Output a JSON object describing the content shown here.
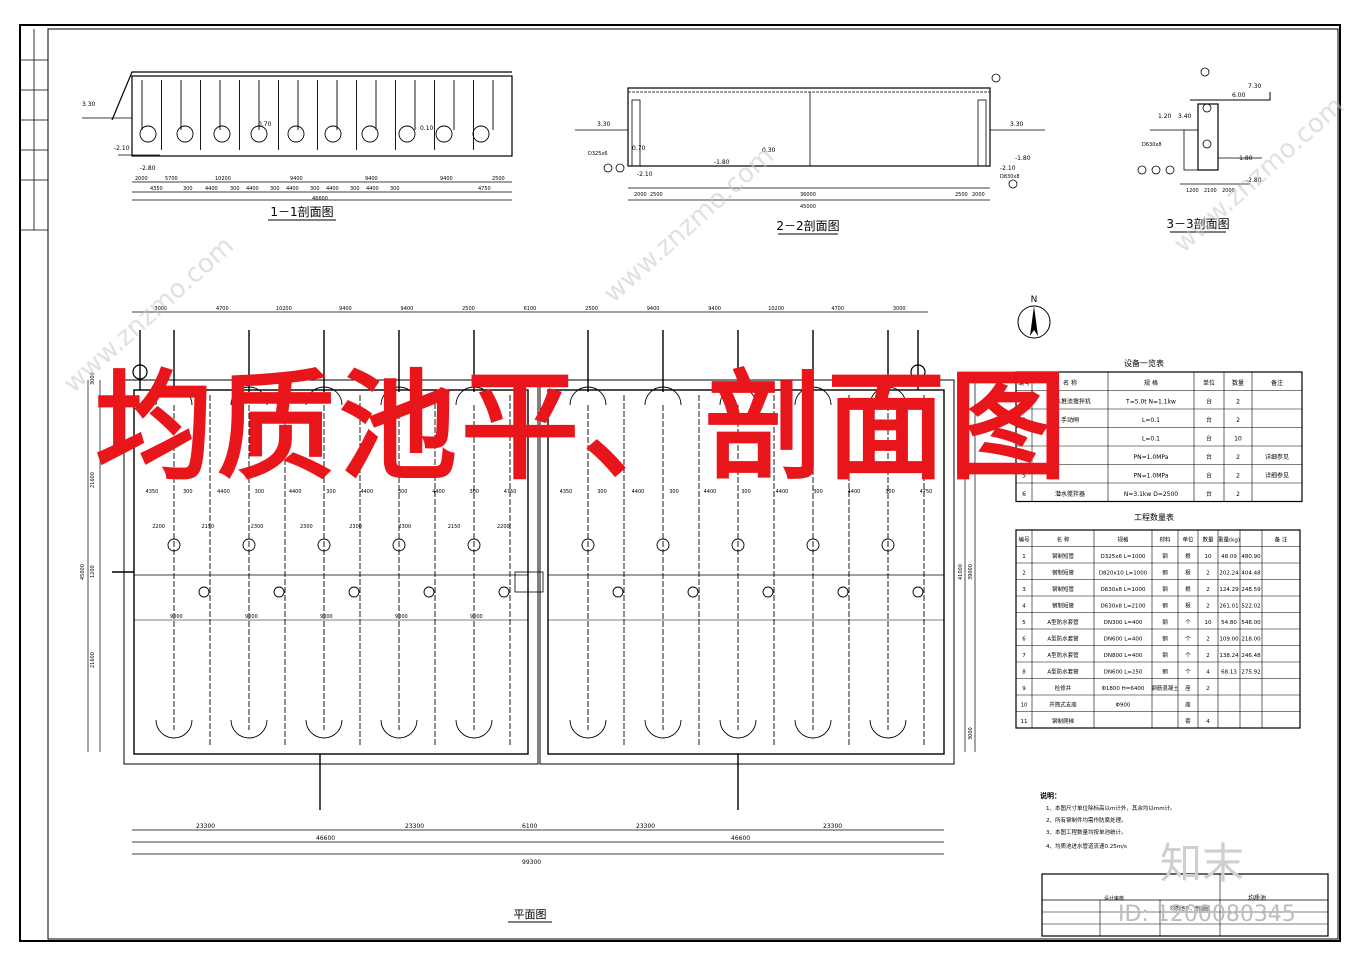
{
  "overlay_title": "均质池平、剖面图",
  "sections": {
    "s11": {
      "title": "1－1剖面图",
      "dims": [
        "2000",
        "5700",
        "10200",
        "9400",
        "9400",
        "9400",
        "2500",
        "4350",
        "300",
        "4400",
        "300",
        "4400",
        "300",
        "4400",
        "300",
        "4400",
        "300",
        "4400",
        "300",
        "4750",
        "46600"
      ],
      "levels": [
        "3.30",
        "-2.10",
        "-2.80",
        "0.70",
        "0.10"
      ]
    },
    "s22": {
      "title": "2－2剖面图",
      "dims": [
        "2000",
        "2500",
        "36000",
        "2500",
        "2000",
        "45000"
      ],
      "levels": [
        "3.30",
        "3.30",
        "-1.80",
        "-1.80",
        "0.70",
        "0.30",
        "-2.10",
        "-2.10",
        "D325x6",
        "D830x8"
      ]
    },
    "s33": {
      "title": "3－3剖面图",
      "dims": [
        "1200",
        "2100",
        "2000"
      ],
      "levels": [
        "7.30",
        "6.00",
        "3.40",
        "1.20",
        "-1.80",
        "-2.80",
        "D630x8"
      ]
    }
  },
  "plan": {
    "title": "平面图",
    "top_dims": [
      "3000",
      "4700",
      "10200",
      "9400",
      "9400",
      "2500",
      "6100",
      "2500",
      "9400",
      "9400",
      "10200",
      "4700",
      "3000"
    ],
    "mid_dims": [
      "4350",
      "300",
      "4400",
      "300",
      "4400",
      "300",
      "4400",
      "300",
      "4400",
      "300",
      "4750"
    ],
    "sub_dims": [
      "2200",
      "2150",
      "2300",
      "2300",
      "2300",
      "2300",
      "2150",
      "2200"
    ],
    "bottom_dims": [
      "23300",
      "23300",
      "6100",
      "23300",
      "23300"
    ],
    "bottom_totals": [
      "46600",
      "46600",
      "99300"
    ],
    "side_dims_left": [
      "3000",
      "21600",
      "1200",
      "21600",
      "45000"
    ],
    "side_dims_right": [
      "41000",
      "39000",
      "3000"
    ],
    "gap_labels": [
      "9000",
      "9000",
      "9000",
      "9000",
      "9000"
    ]
  },
  "compass": {
    "label": "N"
  },
  "equip_table": {
    "title": "设备一览表",
    "headers": [
      "编号",
      "名  称",
      "规  格",
      "单位",
      "数量",
      "备注"
    ],
    "rows": [
      [
        "1",
        "潜水推流搅拌机",
        "T=5.0t  N=1.1kw",
        "台",
        "2",
        ""
      ],
      [
        "2",
        "手动闸",
        "L=0.1",
        "台",
        "2",
        ""
      ],
      [
        "3",
        "",
        "L=0.1",
        "台",
        "10",
        ""
      ],
      [
        "4",
        "",
        "PN=1.0MPa",
        "台",
        "2",
        "详细参见"
      ],
      [
        "5",
        "",
        "PN=1.0MPa",
        "台",
        "2",
        "详细参见"
      ],
      [
        "6",
        "潜水搅拌器",
        "N=3.1kw  D=2500",
        "台",
        "2",
        ""
      ]
    ]
  },
  "qty_table": {
    "title": "工程数量表",
    "headers": [
      "编号",
      "名  称",
      "规格",
      "材料",
      "单位",
      "数量",
      "重量(kg)",
      "",
      "备  注"
    ],
    "rows": [
      [
        "1",
        "钢制短管",
        "D325x6   L=1000",
        "钢",
        "根",
        "10",
        "48.09",
        "480.90",
        ""
      ],
      [
        "2",
        "钢制短管",
        "D820x10  L=1000",
        "钢",
        "根",
        "2",
        "202.24",
        "404.48",
        ""
      ],
      [
        "3",
        "钢制短管",
        "D630x8   L=1000",
        "钢",
        "根",
        "2",
        "124.29",
        "248.59",
        ""
      ],
      [
        "4",
        "钢制短管",
        "D630x8   L=2100",
        "钢",
        "根",
        "2",
        "261.01",
        "522.02",
        ""
      ],
      [
        "5",
        "A型防水套管",
        "DN300  L=400",
        "钢",
        "个",
        "10",
        "54.80",
        "548.00",
        ""
      ],
      [
        "6",
        "A型防水套管",
        "DN600  L=400",
        "钢",
        "个",
        "2",
        "109.00",
        "218.00",
        ""
      ],
      [
        "7",
        "A型防水套管",
        "DN800  L=400",
        "钢",
        "个",
        "2",
        "138.24",
        "246.48",
        ""
      ],
      [
        "8",
        "A型防水套管",
        "DN600  L=250",
        "钢",
        "个",
        "4",
        "68.13",
        "275.92",
        ""
      ],
      [
        "9",
        "检修井",
        "Φ1800  H=6400",
        "钢筋混凝土",
        "座",
        "2",
        "",
        "",
        ""
      ],
      [
        "10",
        "井筒式支座",
        "Φ900",
        "",
        "座",
        "",
        "",
        "",
        ""
      ],
      [
        "11",
        "钢制爬梯",
        "",
        "",
        "套",
        "4",
        "",
        "",
        ""
      ]
    ]
  },
  "notes": {
    "title": "说明：",
    "items": [
      "1、本图尺寸单位除标高以m计外，其余均以mm计。",
      "2、所有钢制件均需作防腐处理。",
      "3、本图工程数量均按单池统计。",
      "4、均质池进水管道流速0.25m/s"
    ]
  },
  "title_block": {
    "drawing": "均质池",
    "sub": "均质池平、剖面图",
    "role": "设计审核"
  },
  "watermark": {
    "brand": "知末",
    "site": "www.znzmo.com",
    "id": "ID: 1200080345"
  },
  "colors": {
    "overlay": "#e8161b",
    "line": "#000000",
    "watermark": "#c8c8c8"
  }
}
